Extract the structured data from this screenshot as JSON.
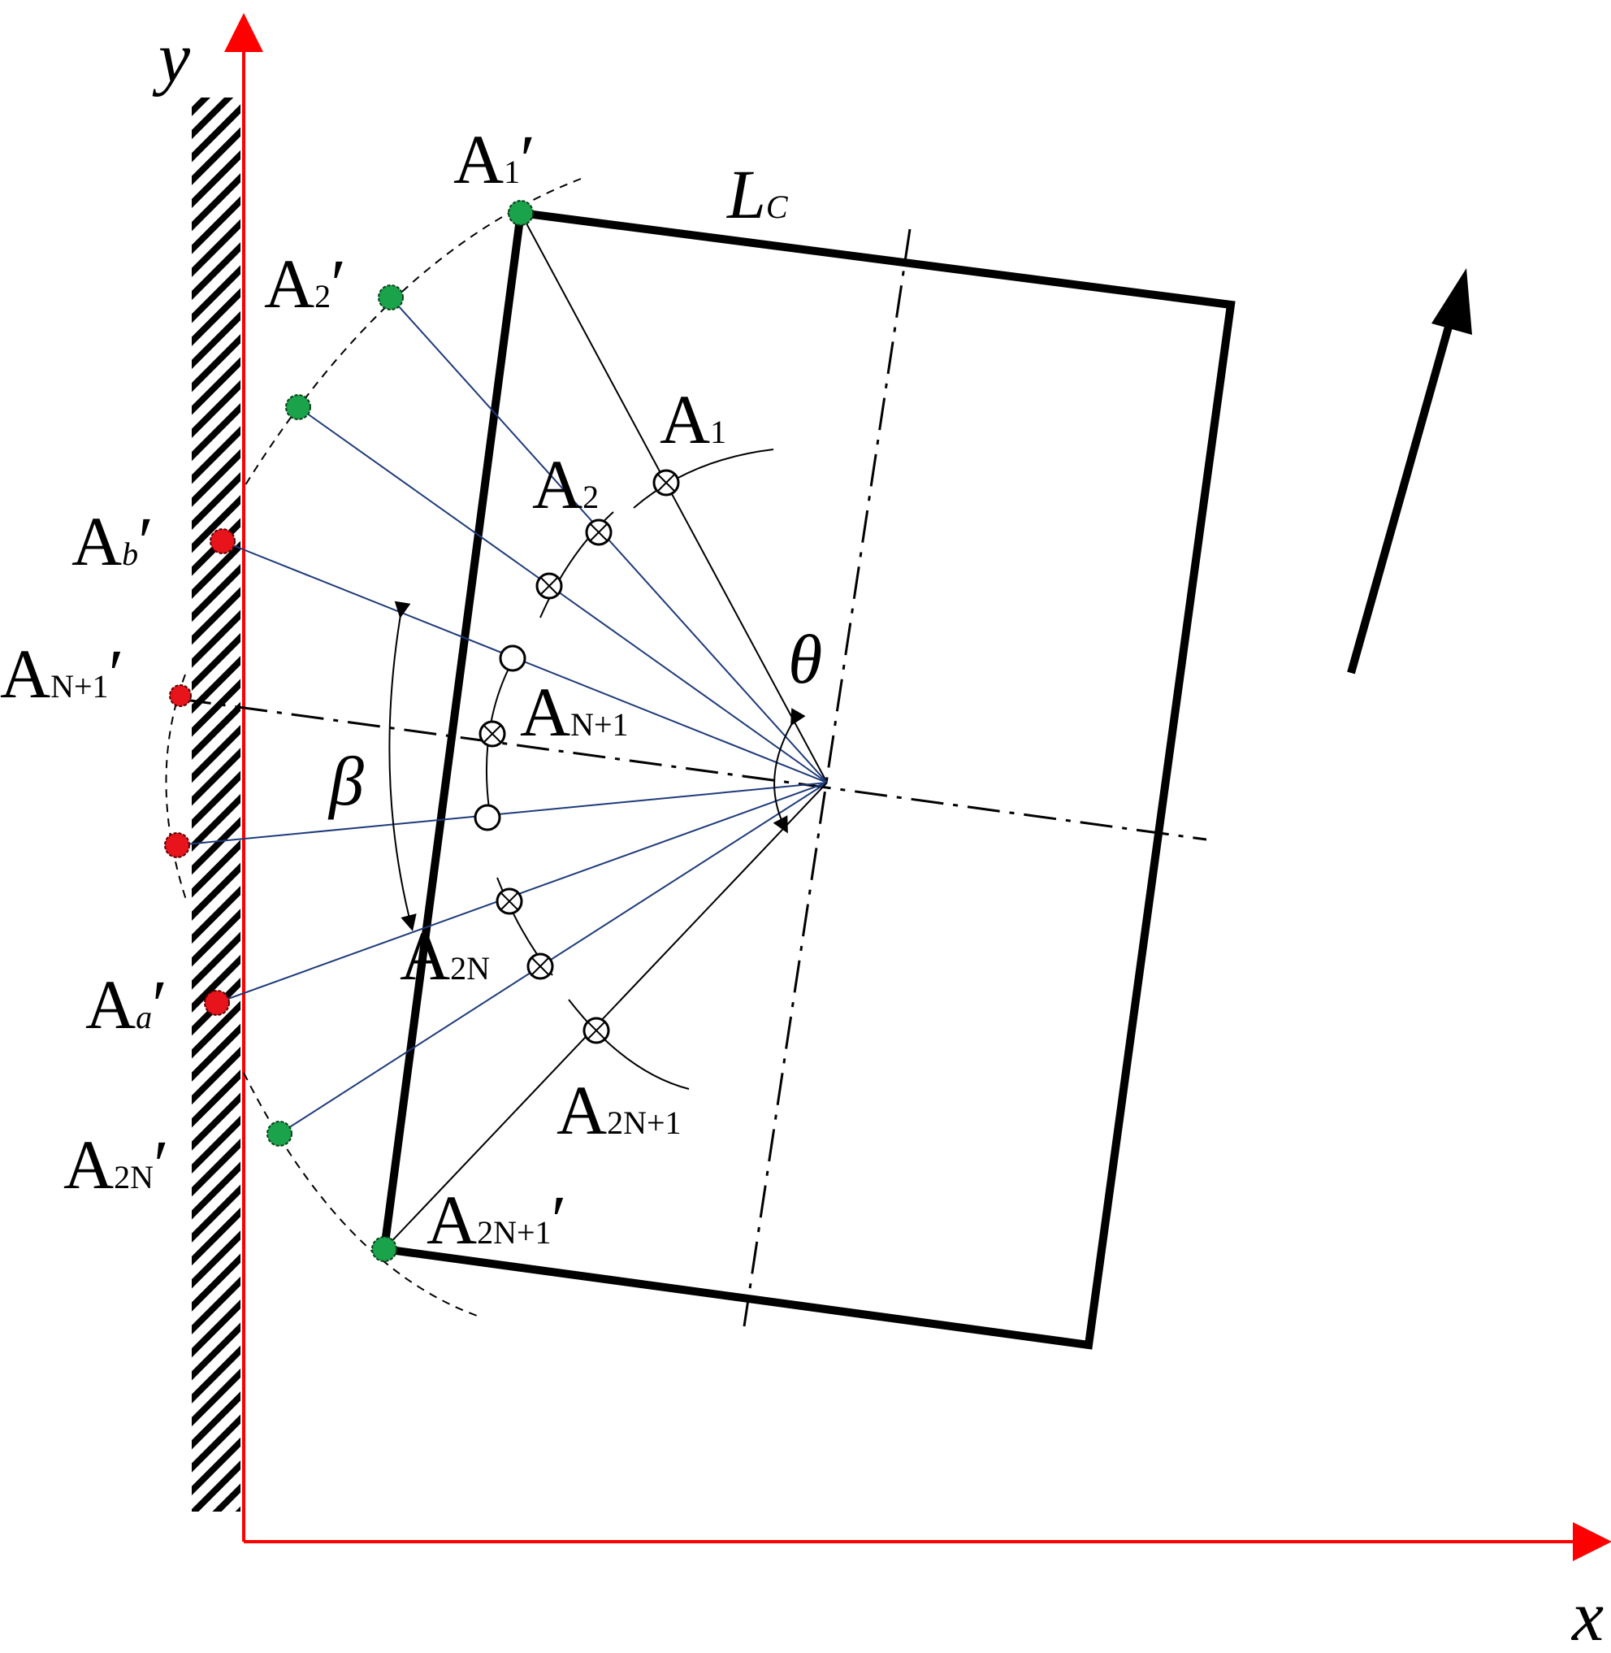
{
  "axes": {
    "x_label": "x",
    "y_label": "y",
    "color": "#ff0000"
  },
  "colors": {
    "green_marker": "#1aa34a",
    "red_marker": "#e8141c",
    "blue_line": "#1f3b7a",
    "black": "#000000"
  },
  "labels": {
    "lc": {
      "main": "L",
      "sub": "C"
    },
    "theta": "θ",
    "beta": "β",
    "a1_prime": {
      "main": "A",
      "sub": "1",
      "prime": "′"
    },
    "a2_prime": {
      "main": "A",
      "sub": "2",
      "prime": "′"
    },
    "ab_prime": {
      "main": "A",
      "sub": "b",
      "prime": "′"
    },
    "an1_prime": {
      "main": "A",
      "sub": "N+1",
      "prime": "′"
    },
    "aa_prime": {
      "main": "A",
      "sub": "a",
      "prime": "′"
    },
    "a2n_prime": {
      "main": "A",
      "sub": "2N",
      "prime": "′"
    },
    "a2n1_prime": {
      "main": "A",
      "sub": "2N+1",
      "prime": "′"
    },
    "a1": {
      "main": "A",
      "sub": "1"
    },
    "a2": {
      "main": "A",
      "sub": "2"
    },
    "an1": {
      "main": "A",
      "sub": "N+1"
    },
    "a2n": {
      "main": "A",
      "sub": "2N"
    },
    "a2n1": {
      "main": "A",
      "sub": "2N+1"
    }
  },
  "icons": {
    "direction_arrow": "arrow-up-right-icon",
    "wall_hatch": "hatched-wall"
  }
}
